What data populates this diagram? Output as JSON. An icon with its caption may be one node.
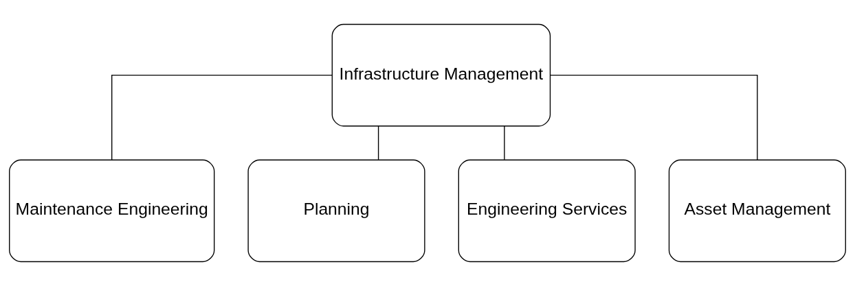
{
  "diagram": {
    "nodes": [
      {
        "text": [
          "Infrastructure Management"
        ]
      },
      {
        "text": [
          "Maintenance Engineering"
        ]
      },
      {
        "text": [
          "Planning"
        ]
      },
      {
        "text": [
          "Engineering Services"
        ]
      },
      {
        "text": [
          "Asset Management"
        ]
      }
    ],
    "edges": [
      {
        "from": 0,
        "to": 1,
        "arrow": "none"
      },
      {
        "from": 0,
        "to": 2,
        "arrow": "none"
      },
      {
        "from": 0,
        "to": 3,
        "arrow": "none"
      },
      {
        "from": 0,
        "to": 4,
        "arrow": "none"
      }
    ]
  }
}
